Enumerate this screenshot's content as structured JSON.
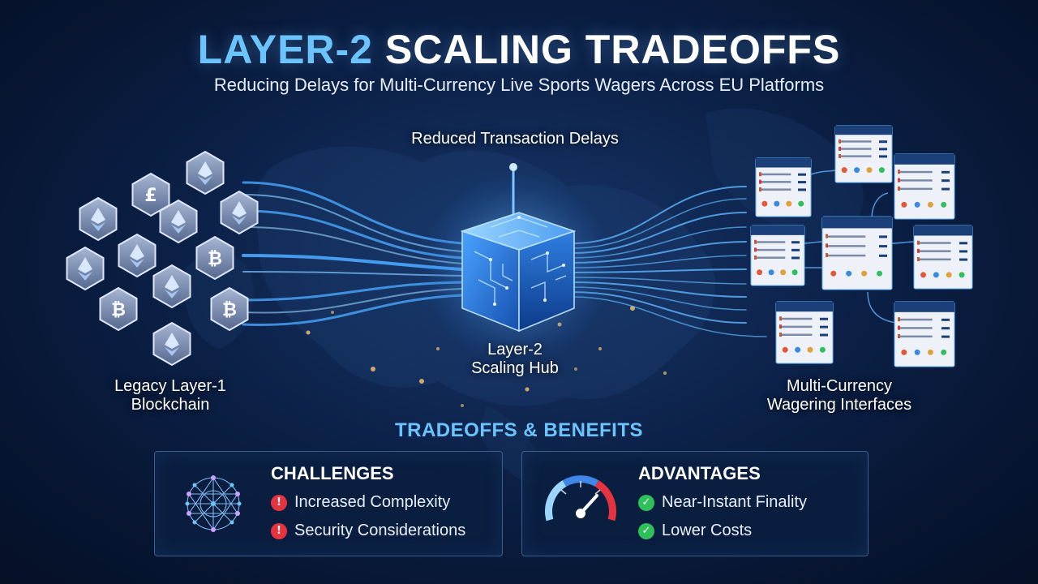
{
  "header": {
    "title_accent": "LAYER-2",
    "title_main": "SCALING TRADEOFFS",
    "subtitle": "Reducing Delays for Multi-Currency Live Sports Wagers Across EU Platforms"
  },
  "diagram": {
    "top_label": "Reduced Transaction Delays",
    "left_label_line1": "Legacy Layer-1",
    "left_label_line2": "Blockchain",
    "hub_label_line1": "Layer-2",
    "hub_label_line2": "Scaling Hub",
    "right_label_line1": "Multi-Currency",
    "right_label_line2": "Wagering Interfaces",
    "coins": [
      "eth",
      "eth",
      "£",
      "eth",
      "eth",
      "eth",
      "eth",
      "₿",
      "eth",
      "₿",
      "₿",
      "eth"
    ]
  },
  "tradeoffs": {
    "section_title": "TRADEOFFS & BENEFITS",
    "challenges": {
      "heading": "CHALLENGES",
      "icon": "network-mesh-icon",
      "items": [
        "Increased Complexity",
        "Security Considerations"
      ]
    },
    "advantages": {
      "heading": "ADVANTAGES",
      "icon": "speedometer-icon",
      "items": [
        "Near-Instant Finality",
        "Lower Costs"
      ]
    }
  },
  "colors": {
    "accent": "#6cc4ff",
    "warning": "#e5333f",
    "success": "#2fbf5b",
    "background": "#0c2148"
  }
}
